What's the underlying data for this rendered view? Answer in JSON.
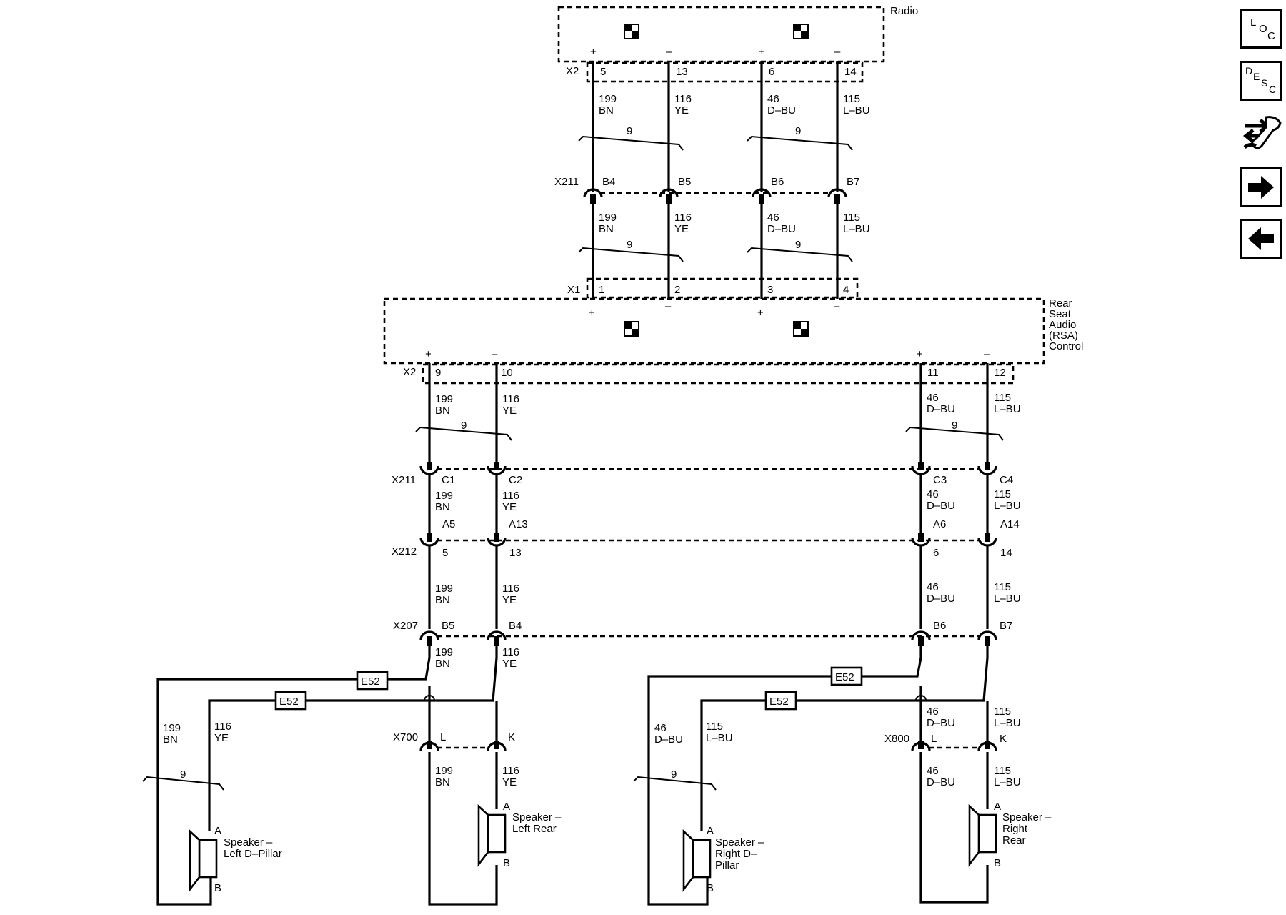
{
  "components": {
    "radio": "Radio",
    "rsa": [
      "Rear",
      "Seat",
      "Audio",
      "(RSA)",
      "Control"
    ],
    "spk_left_d_pillar": [
      "Speaker –",
      "Left D–Pillar"
    ],
    "spk_left_rear": [
      "Speaker –",
      "Left Rear"
    ],
    "spk_right_d_pillar": [
      "Speaker –",
      "Right D–",
      "Pillar"
    ],
    "spk_right_rear": [
      "Speaker –",
      "Right",
      "Rear"
    ]
  },
  "connectors": {
    "radio_x2": "X2",
    "x211_top": "X211",
    "rsa_x1": "X1",
    "rsa_x2": "X2",
    "x211_mid": "X211",
    "x212": "X212",
    "x207": "X207",
    "x700": "X700",
    "x800": "X800"
  },
  "pins": {
    "radio": [
      "5",
      "13",
      "6",
      "14"
    ],
    "x211_top": [
      "B4",
      "B5",
      "B6",
      "B7"
    ],
    "rsa_x1": [
      "1",
      "2",
      "3",
      "4"
    ],
    "rsa_x2": [
      "9",
      "10",
      "11",
      "12"
    ],
    "x211_mid": [
      "C1",
      "C2",
      "C3",
      "C4"
    ],
    "x211_lower": [
      "A5",
      "A13",
      "A6",
      "A14"
    ],
    "x212": [
      "5",
      "13",
      "6",
      "14"
    ],
    "x207": [
      "B5",
      "B4",
      "B6",
      "B7"
    ],
    "x700": [
      "L",
      "K"
    ],
    "x800": [
      "L",
      "K"
    ],
    "speaker_a": "A",
    "speaker_b": "B"
  },
  "polarity": {
    "plus": "+",
    "minus": "–"
  },
  "wires": {
    "w199": [
      "199",
      "BN"
    ],
    "w116": [
      "116",
      "YE"
    ],
    "w46": [
      "46",
      "D–BU"
    ],
    "w115": [
      "115",
      "L–BU"
    ]
  },
  "twist_count": "9",
  "splice": "E52",
  "nav": [
    {
      "name": "loc-button",
      "glyph": [
        "L",
        "O",
        "C"
      ]
    },
    {
      "name": "desc-button",
      "glyph": [
        "D",
        "E",
        "S",
        "C"
      ]
    },
    {
      "name": "tools-button",
      "icon": "wrench-arrows-icon"
    },
    {
      "name": "next-button",
      "icon": "arrow-right-icon"
    },
    {
      "name": "back-button",
      "icon": "arrow-left-icon"
    }
  ]
}
